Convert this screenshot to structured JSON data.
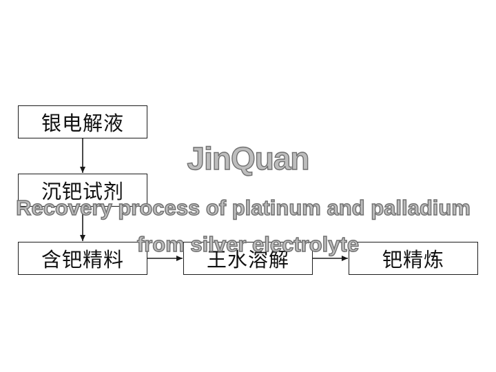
{
  "flowchart": {
    "nodes": [
      {
        "id": "n1",
        "label": "银电解液"
      },
      {
        "id": "n2",
        "label": "沉钯试剂"
      },
      {
        "id": "n3",
        "label": "含钯精料"
      },
      {
        "id": "n4",
        "label": "王水溶解"
      },
      {
        "id": "n5",
        "label": "钯精炼"
      }
    ],
    "edges": [
      {
        "from": "n1",
        "to": "n2"
      },
      {
        "from": "n2",
        "to": "n3"
      },
      {
        "from": "n3",
        "to": "n4"
      },
      {
        "from": "n4",
        "to": "n5"
      }
    ]
  },
  "watermark": {
    "brand": "JinQuan",
    "line1": "Recovery process of platinum and palladium",
    "line2": "from silver electrolyte"
  },
  "colors": {
    "border": "#1a1a1a",
    "text": "#111111",
    "watermark_fill": "#bdbdbd",
    "watermark_stroke": "#6f6f6f"
  }
}
